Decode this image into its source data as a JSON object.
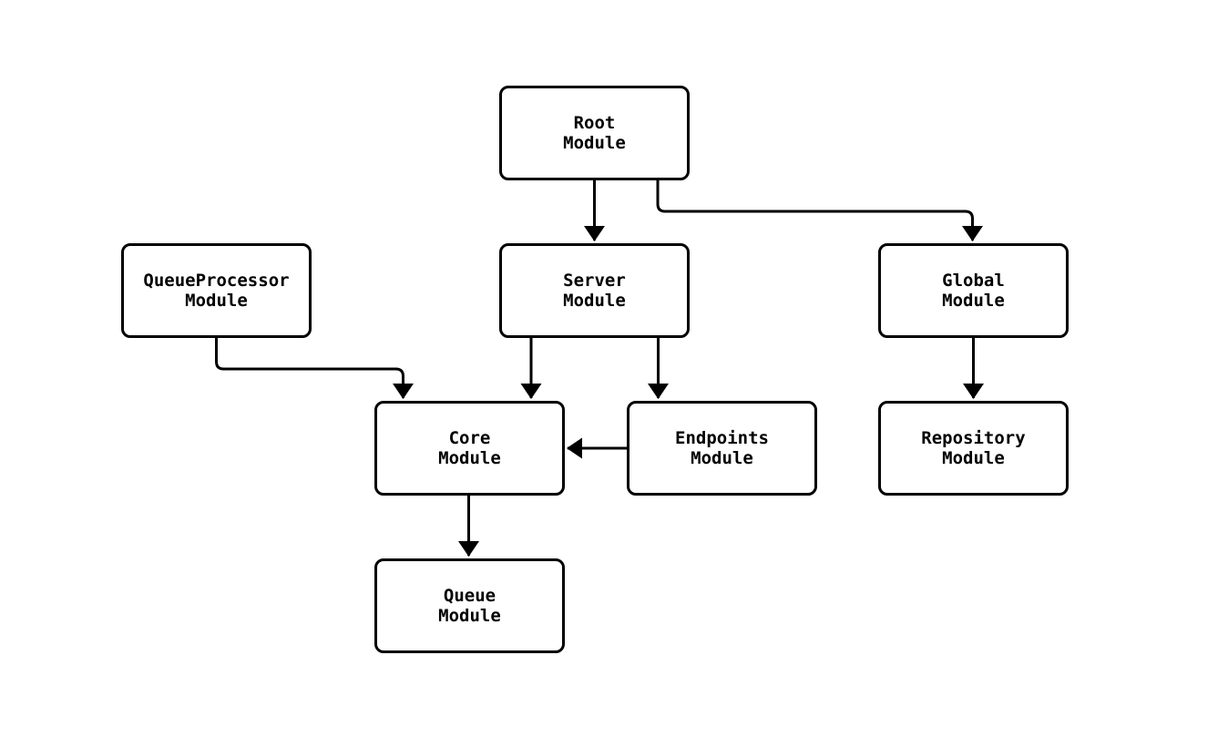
{
  "diagram": {
    "type": "module-dependency-graph",
    "colors": {
      "background": "#ffffff",
      "node_fill": "#ffffff",
      "node_border": "#000000",
      "edge": "#000000",
      "text": "#000000"
    },
    "nodes": [
      {
        "id": "root",
        "label": "Root\nModule"
      },
      {
        "id": "queueprocessor",
        "label": "QueueProcessor\nModule"
      },
      {
        "id": "server",
        "label": "Server\nModule"
      },
      {
        "id": "global",
        "label": "Global\nModule"
      },
      {
        "id": "core",
        "label": "Core\nModule"
      },
      {
        "id": "endpoints",
        "label": "Endpoints\nModule"
      },
      {
        "id": "repository",
        "label": "Repository\nModule"
      },
      {
        "id": "queue",
        "label": "Queue\nModule"
      }
    ],
    "edges": [
      {
        "from": "root",
        "to": "server"
      },
      {
        "from": "root",
        "to": "global"
      },
      {
        "from": "queueprocessor",
        "to": "core"
      },
      {
        "from": "server",
        "to": "core"
      },
      {
        "from": "server",
        "to": "endpoints"
      },
      {
        "from": "endpoints",
        "to": "core"
      },
      {
        "from": "global",
        "to": "repository"
      },
      {
        "from": "core",
        "to": "queue"
      }
    ]
  }
}
